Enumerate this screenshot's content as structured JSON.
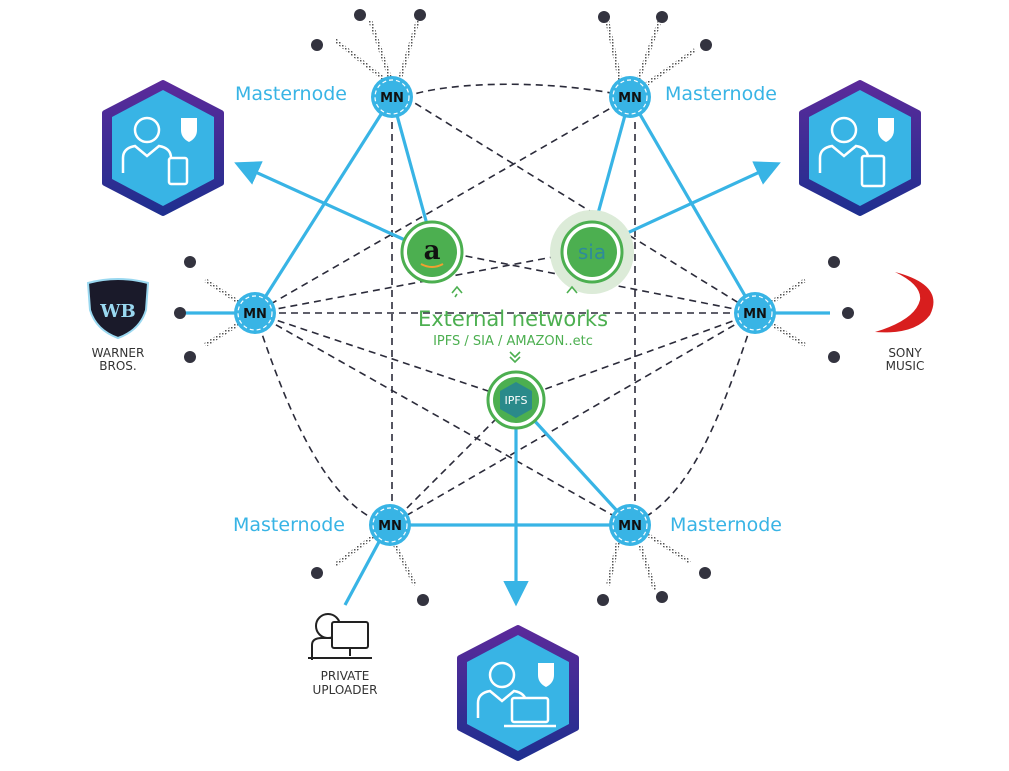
{
  "diagram": {
    "masternode_badge": "MN",
    "masternode_label": "Masternode",
    "masternodes": [
      {
        "id": "top-left",
        "label_side": "left"
      },
      {
        "id": "top-right",
        "label_side": "right"
      },
      {
        "id": "left",
        "label_side": "none"
      },
      {
        "id": "right",
        "label_side": "none"
      },
      {
        "id": "bottom-left",
        "label_side": "left"
      },
      {
        "id": "bottom-right",
        "label_side": "right"
      }
    ],
    "external_networks": {
      "title": "External networks",
      "subtitle": "IPFS / SIA / AMAZON..etc",
      "nodes": [
        {
          "id": "amazon",
          "label": "a"
        },
        {
          "id": "sia",
          "label": "sia"
        },
        {
          "id": "ipfs",
          "label": "IPFS"
        }
      ]
    },
    "users": [
      {
        "id": "user-top-left",
        "device": "tablet"
      },
      {
        "id": "user-top-right",
        "device": "tablet"
      },
      {
        "id": "user-bottom",
        "device": "laptop"
      }
    ],
    "sources": [
      {
        "id": "warner-bros",
        "label_line1": "WARNER",
        "label_line2": "BROS.",
        "logo_text": "WB"
      },
      {
        "id": "sony-music",
        "label_line1": "SONY",
        "label_line2": "MUSIC"
      },
      {
        "id": "private-uploader",
        "label_line1": "PRIVATE",
        "label_line2": "UPLOADER"
      }
    ],
    "colors": {
      "masternode": "#38b4e5",
      "link": "#38b4e5",
      "dashed_link": "#2b2b3a",
      "external": "#4caf50",
      "hex_fill": "#38b4e5",
      "hex_border": "#3a2a9a",
      "dot": "#33333f",
      "sony_red": "#d81e1e"
    }
  }
}
